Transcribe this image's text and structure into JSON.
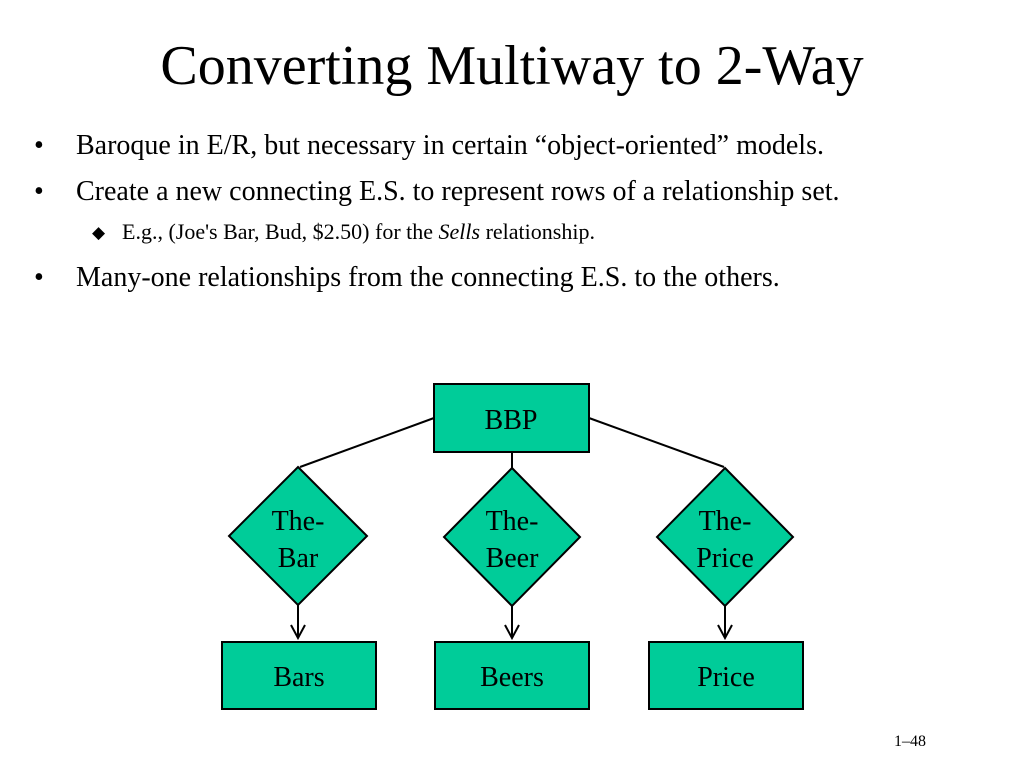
{
  "slide": {
    "title": "Converting Multiway to 2-Way",
    "bullets": [
      {
        "text": "Baroque in E/R, but necessary in certain “object-oriented” models."
      },
      {
        "text": "Create a new connecting E.S. to represent rows of a relationship set.",
        "sub": {
          "prefix": "E.g., (Joe's Bar, Bud, $2.50) for the ",
          "emph": "Sells",
          "suffix": " relationship."
        }
      },
      {
        "text": "Many-one relationships from the connecting E.S.  to the others."
      }
    ],
    "page_number": "1–48"
  },
  "diagram": {
    "colors": {
      "fill": "#00cc99",
      "stroke": "#000000"
    },
    "top_entity": "BBP",
    "relationships": [
      {
        "line1": "The-",
        "line2": "Bar"
      },
      {
        "line1": "The-",
        "line2": "Beer"
      },
      {
        "line1": "The-",
        "line2": "Price"
      }
    ],
    "entities": [
      "Bars",
      "Beers",
      "Price"
    ]
  }
}
